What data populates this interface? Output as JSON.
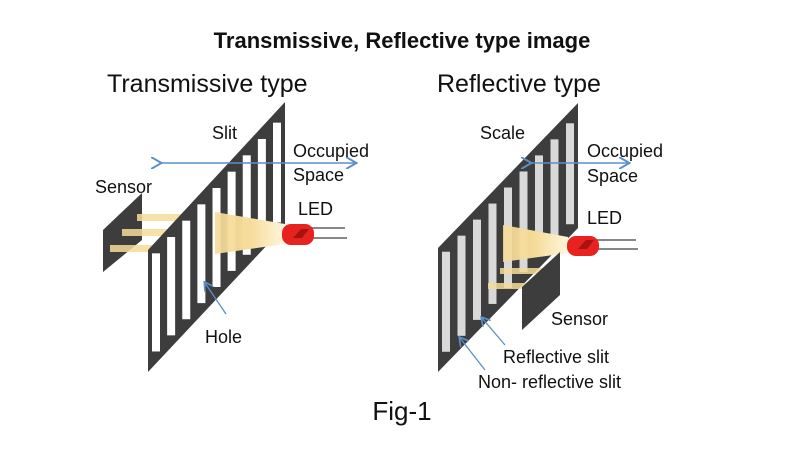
{
  "title": "Transmissive, Reflective type image",
  "transmissive": {
    "heading": "Transmissive type",
    "slit": "Slit",
    "occupied_space": [
      "Occupied",
      "Space"
    ],
    "sensor": "Sensor",
    "led": "LED",
    "hole": "Hole"
  },
  "reflective": {
    "heading": "Reflective type",
    "scale": "Scale",
    "occupied_space": [
      "Occupied",
      "Space"
    ],
    "led": "LED",
    "sensor": "Sensor",
    "reflective_slit": "Reflective slit",
    "non_reflective_slit": "Non- reflective slit"
  },
  "caption": "Fig-1",
  "colors": {
    "frame": "#3d3d3d",
    "arrow": "#5b8fc7",
    "led": "#e8231f",
    "light": "#f6dc9a",
    "reflective": "#d9d9d9"
  }
}
